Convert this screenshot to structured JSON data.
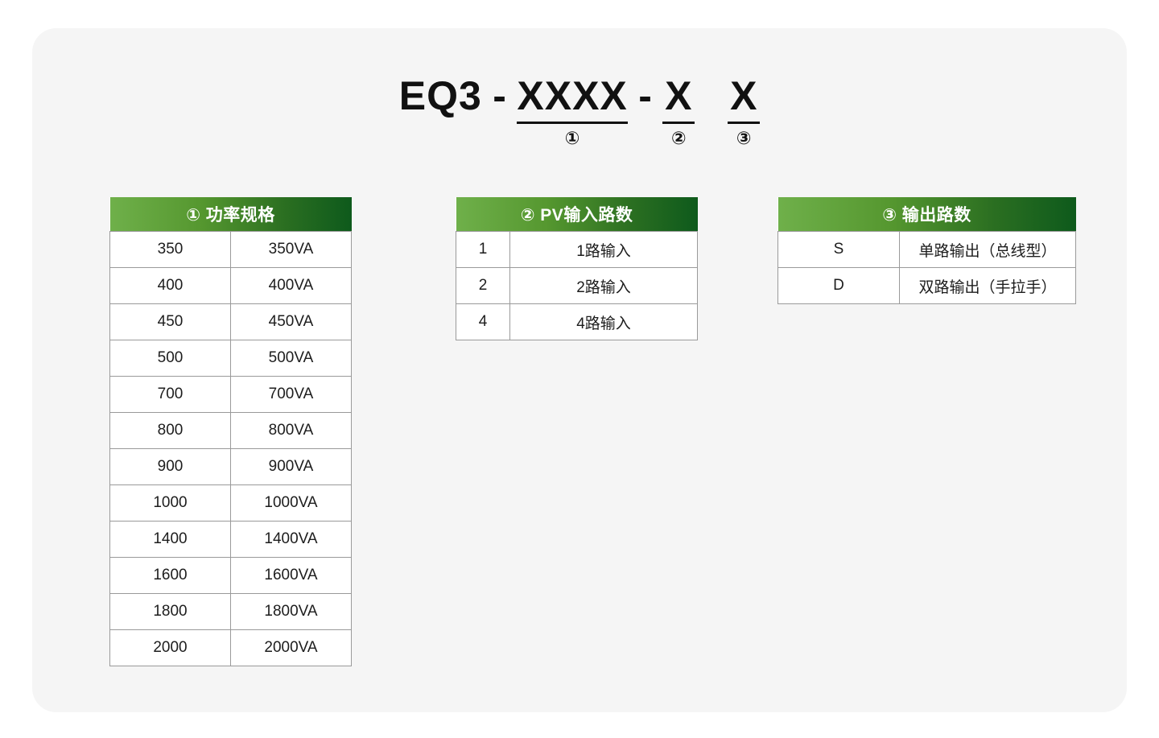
{
  "model_code": {
    "prefix": "EQ3",
    "dash1": "-",
    "segment1": "XXXX",
    "segment1_marker": "①",
    "dash2": "-",
    "segment2": "X",
    "segment2_marker": "②",
    "segment3": "X",
    "segment3_marker": "③"
  },
  "colors": {
    "header_gradient_start": "#6FB04A",
    "header_gradient_end": "#0E5A1C",
    "card_background": "#F5F5F5",
    "page_background": "#FFFFFF",
    "border": "#9A9A9A"
  },
  "tables": [
    {
      "id": "power",
      "header": "① 功率规格",
      "marker": "①",
      "title": "功率规格",
      "rows": [
        {
          "code": "350",
          "desc": "350VA"
        },
        {
          "code": "400",
          "desc": "400VA"
        },
        {
          "code": "450",
          "desc": "450VA"
        },
        {
          "code": "500",
          "desc": "500VA"
        },
        {
          "code": "700",
          "desc": "700VA"
        },
        {
          "code": "800",
          "desc": "800VA"
        },
        {
          "code": "900",
          "desc": "900VA"
        },
        {
          "code": "1000",
          "desc": "1000VA"
        },
        {
          "code": "1400",
          "desc": "1400VA"
        },
        {
          "code": "1600",
          "desc": "1600VA"
        },
        {
          "code": "1800",
          "desc": "1800VA"
        },
        {
          "code": "2000",
          "desc": "2000VA"
        }
      ]
    },
    {
      "id": "pv",
      "header": "② PV输入路数",
      "marker": "②",
      "title": "PV输入路数",
      "rows": [
        {
          "code": "1",
          "desc": "1路输入"
        },
        {
          "code": "2",
          "desc": "2路输入"
        },
        {
          "code": "4",
          "desc": "4路输入"
        }
      ]
    },
    {
      "id": "out",
      "header": "③ 输出路数",
      "marker": "③",
      "title": "输出路数",
      "rows": [
        {
          "code": "S",
          "desc": "单路输出（总线型）"
        },
        {
          "code": "D",
          "desc": "双路输出（手拉手）"
        }
      ]
    }
  ]
}
